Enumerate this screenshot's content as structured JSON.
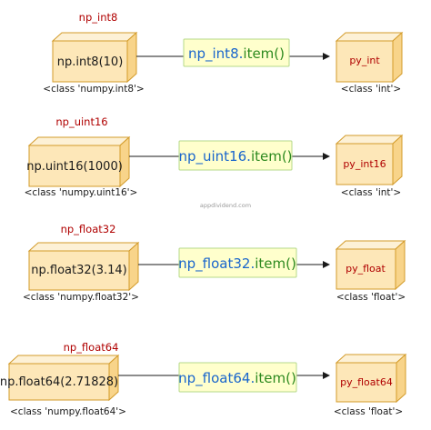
{
  "watermark": "appdividend.com",
  "colors": {
    "box_face": "#fde7b8",
    "box_top": "#fdf1d6",
    "box_side": "#f8d48a",
    "box_stroke": "#d39b2a",
    "method_fill": "#ffffcc",
    "method_stroke": "#b5d98a",
    "label_red": "#b00000"
  },
  "rows": [
    {
      "var_name": "np_int8",
      "src_value": "np.int8(10)",
      "src_class": "<class 'numpy.int8'>",
      "method": "np_int8.item()",
      "dst_name": "py_int",
      "dst_class": "<class 'int'>"
    },
    {
      "var_name": "np_uint16",
      "src_value": "np.uint16(1000)",
      "src_class": "<class 'numpy.uint16'>",
      "method": "np_uint16.item()",
      "dst_name": "py_int16",
      "dst_class": "<class 'int'>"
    },
    {
      "var_name": "np_float32",
      "src_value": "np.float32(3.14)",
      "src_class": "<class 'numpy.float32'>",
      "method": "np_float32.item()",
      "dst_name": "py_float",
      "dst_class": "<class 'float'>"
    },
    {
      "var_name": "np_float64",
      "src_value": "np.float64(2.71828)",
      "src_class": "<class 'numpy.float64'>",
      "method": "np_float64.item()",
      "dst_name": "py_float64",
      "dst_class": "<class 'float'>"
    }
  ]
}
